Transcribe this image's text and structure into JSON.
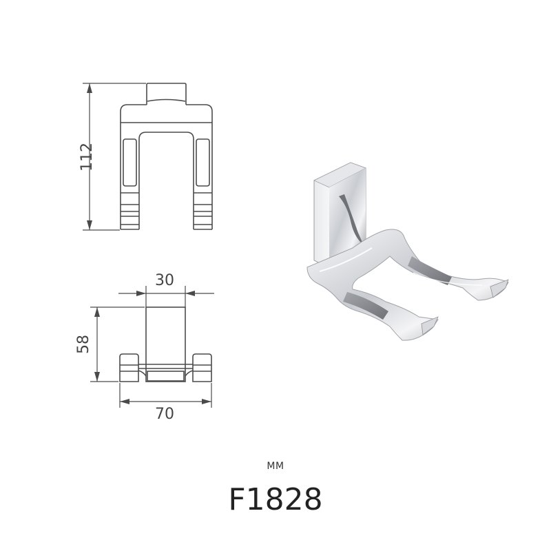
{
  "drawing": {
    "front_view": {
      "height_label": "112"
    },
    "top_view": {
      "base_width_label": "30",
      "depth_label": "58",
      "overall_width_label": "70"
    }
  },
  "product_image": {
    "subject": "chrome double robe hook"
  },
  "footer": {
    "unit": "MM",
    "model_number": "F1828"
  },
  "colors": {
    "line": "#4a4a4a",
    "chrome_light": "#f2f2f4",
    "chrome_mid": "#b9bcc2",
    "chrome_dark": "#6e7178",
    "inset_gray": "#8d8f94"
  }
}
